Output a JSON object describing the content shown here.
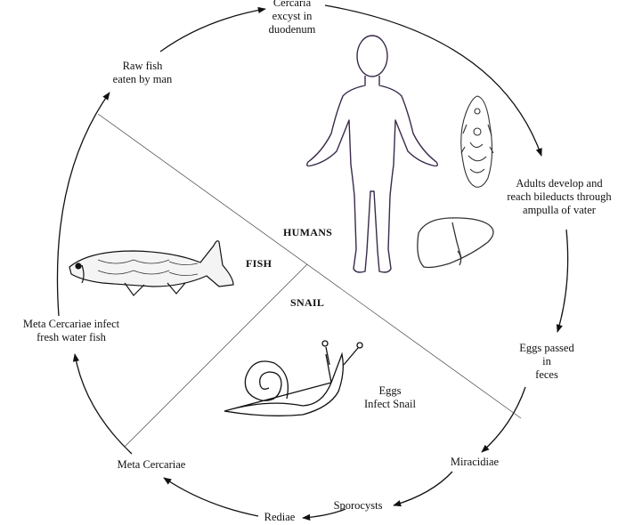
{
  "stages": {
    "cercaria": [
      "Cercaria",
      "excyst in",
      "duodenum"
    ],
    "adults": [
      "Adults develop and",
      "reach bileducts through",
      "ampulla of vater"
    ],
    "eggs_feces": [
      "Eggs passed",
      "in",
      "feces"
    ],
    "miracidiae": "Miracidiae",
    "sporocysts": "Sporocysts",
    "rediae": "Rediae",
    "meta_cercariae": "Meta Cercariae",
    "meta_infect": [
      "Meta Cercariae infect",
      "fresh water fish"
    ],
    "raw_fish": [
      "Raw fish",
      "eaten by man"
    ],
    "eggs_snail": [
      "Eggs",
      "Infect Snail"
    ]
  },
  "sectors": {
    "humans": "HUMANS",
    "fish": "FISH",
    "snail": "SNAIL"
  },
  "illustrations": [
    "human-figure",
    "liver-fluke",
    "liver",
    "fish",
    "snail"
  ]
}
